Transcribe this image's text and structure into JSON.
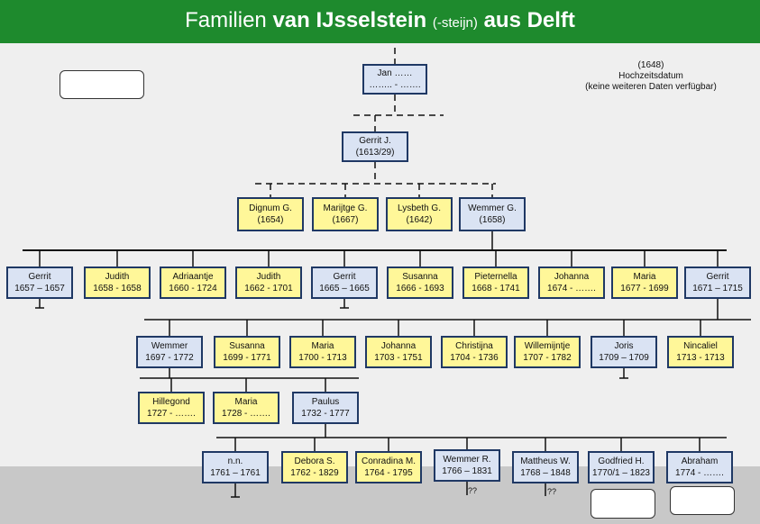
{
  "title": {
    "part1": "Familien ",
    "part2": "van IJsselstein",
    "part3": "(-steijn)",
    "part4": "aus Delft"
  },
  "note": {
    "line1": "(1648)",
    "line2": "Hochzeitsdatum",
    "line3": "(keine weiteren Daten verfügbar)"
  },
  "colors": {
    "header": "#1e8a2d",
    "male": "#dae3f3",
    "female": "#fff799",
    "border": "#1f3864"
  },
  "unknown_mark": "??",
  "persons": {
    "jan": {
      "name": "Jan ……",
      "dates": "…….. - ……."
    },
    "gerrit_j": {
      "name": "Gerrit J.",
      "dates": "(1613/29)"
    },
    "dignum": {
      "name": "Dignum G.",
      "dates": "(1654)"
    },
    "marijtge": {
      "name": "Marijtge G.",
      "dates": "(1667)"
    },
    "lysbeth": {
      "name": "Lysbeth G.",
      "dates": "(1642)"
    },
    "wemmer_g": {
      "name": "Wemmer G.",
      "dates": "(1658)"
    },
    "gerrit_1657": {
      "name": "Gerrit",
      "dates": "1657 – 1657"
    },
    "judith_1658": {
      "name": "Judith",
      "dates": "1658 - 1658"
    },
    "adriaantje": {
      "name": "Adriaantje",
      "dates": "1660 - 1724"
    },
    "judith_1662": {
      "name": "Judith",
      "dates": "1662 - 1701"
    },
    "gerrit_1665": {
      "name": "Gerrit",
      "dates": "1665 – 1665"
    },
    "susanna_1666": {
      "name": "Susanna",
      "dates": "1666 - 1693"
    },
    "pieternella": {
      "name": "Pieternella",
      "dates": "1668 - 1741"
    },
    "johanna_1674": {
      "name": "Johanna",
      "dates": "1674 - ……."
    },
    "maria_1677": {
      "name": "Maria",
      "dates": "1677 - 1699"
    },
    "gerrit_1671": {
      "name": "Gerrit",
      "dates": "1671 – 1715"
    },
    "wemmer_1697": {
      "name": "Wemmer",
      "dates": "1697 - 1772"
    },
    "susanna_1699": {
      "name": "Susanna",
      "dates": "1699 - 1771"
    },
    "maria_1700": {
      "name": "Maria",
      "dates": "1700 - 1713"
    },
    "johanna_1703": {
      "name": "Johanna",
      "dates": "1703 - 1751"
    },
    "christijna": {
      "name": "Christijna",
      "dates": "1704 - 1736"
    },
    "willemijntje": {
      "name": "Willemijntje",
      "dates": "1707 - 1782"
    },
    "joris": {
      "name": "Joris",
      "dates": "1709 – 1709"
    },
    "nincaliel": {
      "name": "Nincaliel",
      "dates": "1713 - 1713"
    },
    "hillegond": {
      "name": "Hillegond",
      "dates": "1727 - ……."
    },
    "maria_1728": {
      "name": "Maria",
      "dates": "1728 - ……."
    },
    "paulus": {
      "name": "Paulus",
      "dates": "1732 - 1777"
    },
    "nn": {
      "name": "n.n.",
      "dates": "1761 – 1761"
    },
    "debora": {
      "name": "Debora S.",
      "dates": "1762 - 1829"
    },
    "conradina": {
      "name": "Conradina M.",
      "dates": "1764 - 1795"
    },
    "wemmer_r": {
      "name": "Wemmer R.",
      "dates": "1766 – 1831"
    },
    "mattheus": {
      "name": "Mattheus W.",
      "dates": "1768 – 1848"
    },
    "godfried": {
      "name": "Godfried H.",
      "dates": "1770/1 – 1823"
    },
    "abraham": {
      "name": "Abraham",
      "dates": "1774 - ……."
    }
  }
}
